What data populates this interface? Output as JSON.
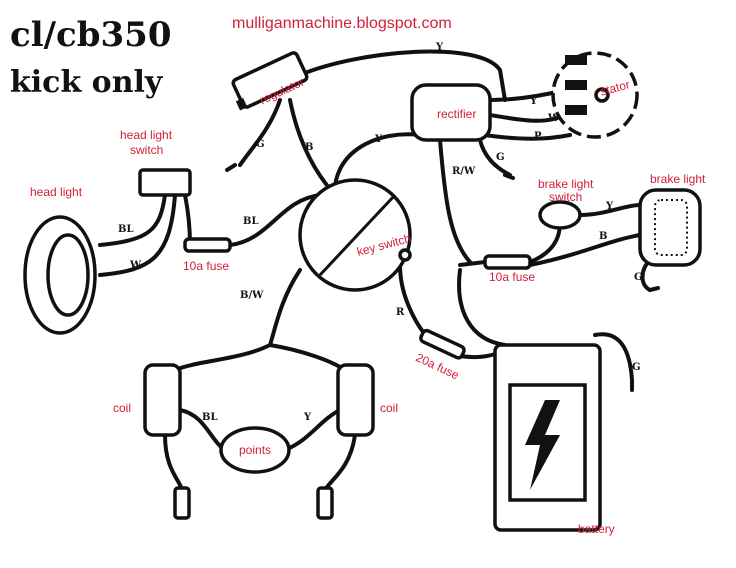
{
  "title": {
    "line1": "cl/cb350",
    "line2": "kick only"
  },
  "source_url": "mulliganmachine.blogspot.com",
  "components": {
    "regulator": "regulator",
    "rectifier": "rectifier",
    "stator": "stator",
    "head_light": "head light",
    "head_light_switch_1": "head light",
    "head_light_switch_2": "switch",
    "fuse_left": "10a fuse",
    "key_switch": "key switch",
    "brake_light_switch_1": "brake light",
    "brake_light_switch_2": "switch",
    "brake_light": "brake light",
    "fuse_right": "10a fuse",
    "fuse_main": "20a fuse",
    "coil_left": "coil",
    "points": "points",
    "coil_right": "coil",
    "battery": "battery"
  },
  "wire_labels": [
    "Y",
    "G",
    "B",
    "Y",
    "R/W",
    "Y",
    "W",
    "P",
    "G",
    "BL",
    "W",
    "BL",
    "B/W",
    "R",
    "G",
    "Y",
    "B",
    "G",
    "BL",
    "Y"
  ],
  "colors": {
    "label": "#d0203a",
    "ink": "#111111"
  }
}
